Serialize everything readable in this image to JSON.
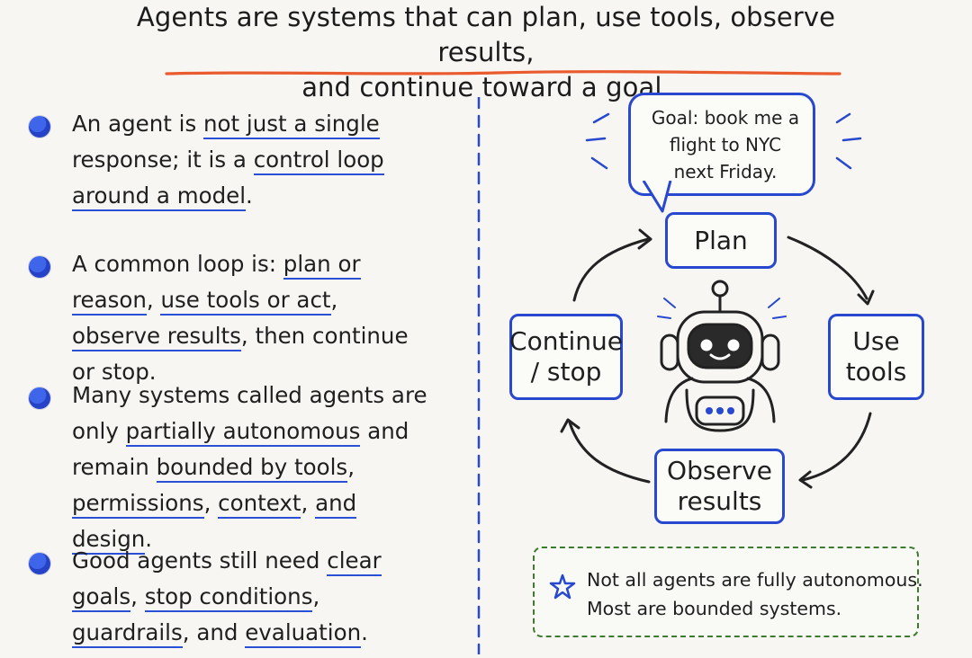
{
  "title": {
    "line1": "Agents are systems that can plan, use tools, observe results,",
    "line2": "and continue toward a goal."
  },
  "bullets": [
    {
      "parts": [
        {
          "text": "An agent is ",
          "underline": false
        },
        {
          "text": "not just a single",
          "underline": true
        },
        {
          "text": " response; it is a ",
          "underline": false
        },
        {
          "text": "control loop",
          "underline": true
        },
        {
          "text": " ",
          "underline": false
        },
        {
          "text": "around a model",
          "underline": true
        },
        {
          "text": ".",
          "underline": false
        }
      ]
    },
    {
      "parts": [
        {
          "text": "A common loop is: ",
          "underline": false
        },
        {
          "text": "plan or reason",
          "underline": true
        },
        {
          "text": ", ",
          "underline": false
        },
        {
          "text": "use tools or act",
          "underline": true
        },
        {
          "text": ", ",
          "underline": false
        },
        {
          "text": "observe results",
          "underline": true
        },
        {
          "text": ", then continue or stop.",
          "underline": false
        }
      ]
    },
    {
      "parts": [
        {
          "text": "Many systems called agents are only ",
          "underline": false
        },
        {
          "text": "partially autonomous",
          "underline": true
        },
        {
          "text": " and remain ",
          "underline": false
        },
        {
          "text": "bounded by tools",
          "underline": true
        },
        {
          "text": ", ",
          "underline": false
        },
        {
          "text": "permissions",
          "underline": true
        },
        {
          "text": ", ",
          "underline": false
        },
        {
          "text": "context",
          "underline": true
        },
        {
          "text": ", ",
          "underline": false
        },
        {
          "text": "and design",
          "underline": true
        },
        {
          "text": ".",
          "underline": false
        }
      ]
    },
    {
      "parts": [
        {
          "text": "Good agents still need ",
          "underline": false
        },
        {
          "text": "clear goals",
          "underline": true
        },
        {
          "text": ", ",
          "underline": false
        },
        {
          "text": "stop conditions",
          "underline": true
        },
        {
          "text": ", ",
          "underline": false
        },
        {
          "text": "guardrails",
          "underline": true
        },
        {
          "text": ", and ",
          "underline": false
        },
        {
          "text": "evaluation",
          "underline": true
        },
        {
          "text": ".",
          "underline": false
        }
      ]
    }
  ],
  "diagram": {
    "bubble": {
      "text": "Goal: book me a flight to NYC next Friday."
    },
    "nodes": {
      "plan": "Plan",
      "use_tools": "Use tools",
      "observe_results": "Observe results",
      "continue_stop": "Continue / stop"
    },
    "note": {
      "line1": "Not all agents are fully autonomous.",
      "line2": "Most are bounded systems."
    }
  },
  "colors": {
    "accent_blue": "#2748cf",
    "underline_orange": "#ea5a2f",
    "note_green": "#3d7c2f",
    "text_dark": "#1f1f1f",
    "background": "#f7f6f2"
  },
  "icons": {
    "bullet": "blue-dot-icon",
    "robot": "robot-icon",
    "spark": "spark-icon",
    "star": "star-icon",
    "cycle": "circular-arrows-icon"
  }
}
